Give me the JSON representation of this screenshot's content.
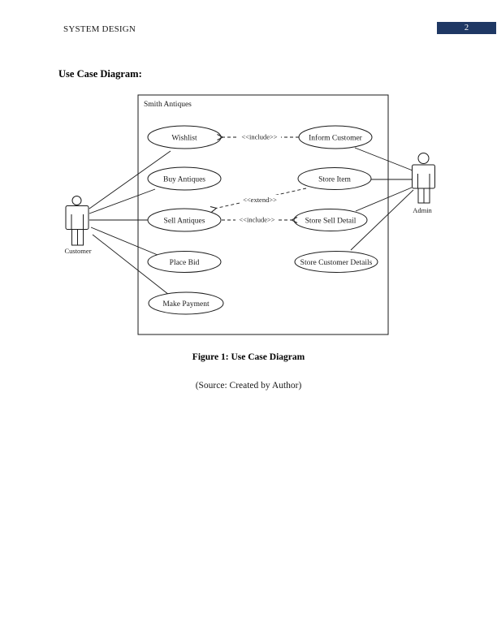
{
  "header": {
    "title": "SYSTEM DESIGN",
    "page_number": "2",
    "page_number_bg": "#1f3864"
  },
  "heading": {
    "text": "Use Case Diagram:"
  },
  "diagram": {
    "system_label": "Smith Antiques",
    "actors": [
      {
        "name": "Customer"
      },
      {
        "name": "Admin"
      }
    ],
    "use_cases": [
      {
        "label": "Wishlist"
      },
      {
        "label": "Buy Antiques"
      },
      {
        "label": "Sell Antiques"
      },
      {
        "label": "Place Bid"
      },
      {
        "label": "Make Payment"
      },
      {
        "label": "Inform Customer"
      },
      {
        "label": "Store Item"
      },
      {
        "label": "Store Sell Detail"
      },
      {
        "label": "Store Customer Details"
      }
    ],
    "relations": [
      {
        "label": "<<include>>",
        "from": "Inform Customer",
        "to": "Wishlist"
      },
      {
        "label": "<<extend>>",
        "from": "Store Item",
        "to": "Sell Antiques"
      },
      {
        "label": "<<include>>",
        "from": "Sell Antiques",
        "to": "Store Sell Detail"
      }
    ],
    "customer_associations": [
      "Wishlist",
      "Buy Antiques",
      "Sell Antiques",
      "Place Bid",
      "Make Payment"
    ],
    "admin_associations": [
      "Inform Customer",
      "Store Item",
      "Store Sell Detail",
      "Store Customer Details"
    ]
  },
  "captions": {
    "figure": "Figure 1: Use Case Diagram",
    "source": "(Source: Created by Author)"
  }
}
